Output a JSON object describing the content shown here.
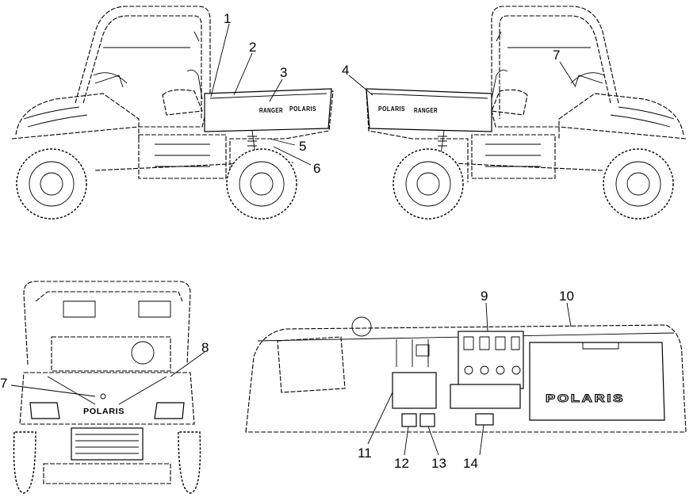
{
  "callouts": [
    "1",
    "2",
    "3",
    "4",
    "5",
    "6",
    "7",
    "7",
    "8",
    "9",
    "10",
    "11",
    "12",
    "13",
    "14"
  ],
  "decals": {
    "ranger_left": "RANGER",
    "polaris_left": "POLARIS",
    "polaris_right": "POLARIS",
    "ranger_right": "RANGER",
    "polaris_front": "POLARIS",
    "polaris_dash": "POLARIS"
  }
}
